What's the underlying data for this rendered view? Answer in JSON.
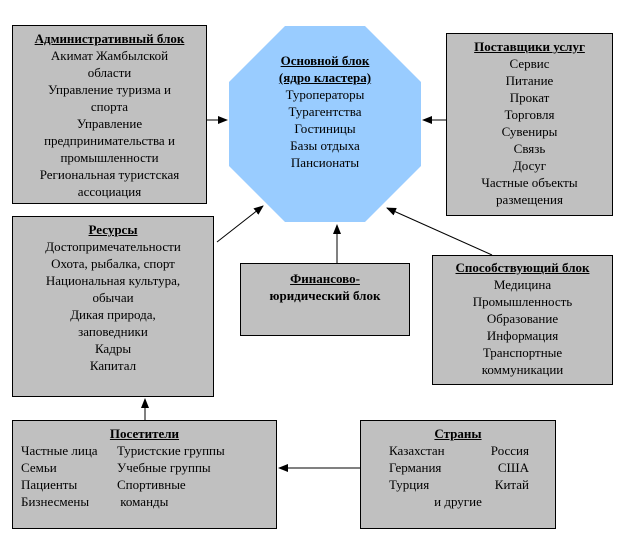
{
  "admin": {
    "title": "Административный блок",
    "items": [
      "Акимат Жамбылской",
      "области",
      "Управление туризма и",
      "спорта",
      "Управление",
      "предпринимательства и",
      "промышленности",
      "Региональная туристская",
      "ассоциация"
    ]
  },
  "core": {
    "title": [
      "Основной блок",
      "(ядро кластера)"
    ],
    "items": [
      "Туроператоры",
      "Турагентства",
      "Гостиницы",
      "Базы отдыха",
      "Пансионаты"
    ]
  },
  "providers": {
    "title": "Поставщики услуг",
    "items": [
      "Сервис",
      "Питание",
      "Прокат",
      "Торговля",
      "Сувениры",
      "Связь",
      "Досуг",
      "Частные объекты",
      "размещения"
    ]
  },
  "resources": {
    "title": "Ресурсы",
    "items": [
      "Достопримечательности",
      "Охота, рыбалка, спорт",
      "Национальная культура,",
      "обычаи",
      "Дикая природа,",
      "заповедники",
      "Кадры",
      "Капитал"
    ]
  },
  "financial": {
    "title": [
      "Финансово-",
      "юридический блок"
    ]
  },
  "promoting": {
    "title": "Способствующий блок",
    "items": [
      "Медицина",
      "Промышленность",
      "Образование",
      "Информация",
      "Транспортные",
      "коммуникации"
    ]
  },
  "visitors": {
    "title": "Посетители",
    "col1": [
      "Частные лица",
      "Семьи",
      "Пациенты",
      "Бизнесмены"
    ],
    "col2": [
      "Туристские группы",
      "Учебные группы",
      "Спортивные",
      " команды"
    ]
  },
  "countries": {
    "title": "Страны",
    "col1": [
      "Казахстан",
      "Германия",
      "Турция"
    ],
    "col2": [
      "Россия",
      "США",
      "Китай"
    ],
    "footer": "и другие"
  },
  "colors": {
    "box": "#c0c0c0",
    "core": "#99ccff"
  }
}
